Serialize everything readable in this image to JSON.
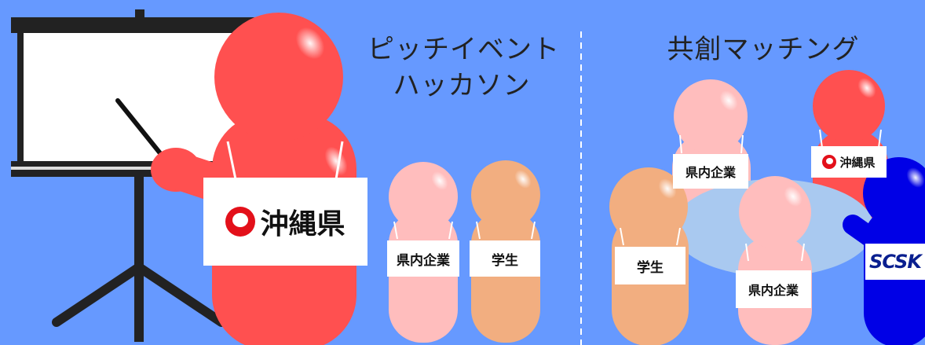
{
  "headings": {
    "pitch_line1": "ピッチイベント",
    "pitch_line2": "ハッカソン",
    "cocreation": "共創マッチング"
  },
  "labels": {
    "presenter": "沖縄県",
    "left_company": "県内企業",
    "left_student": "学生",
    "right_company_back": "県内企業",
    "right_okinawa": "沖縄県",
    "right_student": "学生",
    "right_company_front": "県内企業",
    "right_partner": "SCSK"
  },
  "colors": {
    "background": "#6699ff",
    "okinawa_figure": "#ff5050",
    "company_figure": "#ffbdbd",
    "student_figure": "#f2ae80",
    "partner_figure": "#0000e6",
    "table": "#a9c9f0",
    "seal": "#e3101a"
  },
  "icons": [
    "okinawa-seal-icon",
    "projector-screen-icon",
    "pointer-stick-icon",
    "meeting-table-icon"
  ]
}
